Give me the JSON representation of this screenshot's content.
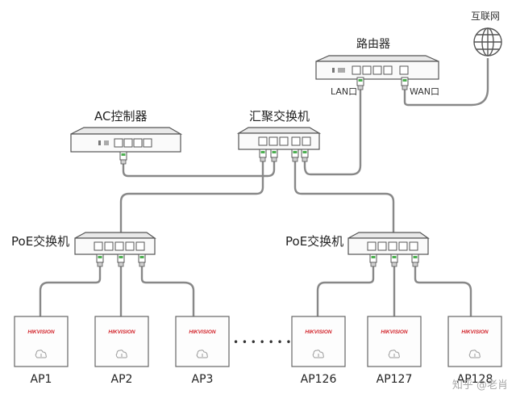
{
  "labels": {
    "internet": "互联网",
    "router": "路由器",
    "lan_port": "LAN口",
    "wan_port": "WAN口",
    "ac_controller": "AC控制器",
    "aggregation_switch": "汇聚交换机",
    "poe_switch_left": "PoE交换机",
    "poe_switch_right": "PoE交换机"
  },
  "access_points": [
    {
      "name": "AP1",
      "brand": "HIKVISION"
    },
    {
      "name": "AP2",
      "brand": "HIKVISION"
    },
    {
      "name": "AP3",
      "brand": "HIKVISION"
    },
    {
      "name": "AP126",
      "brand": "HIKVISION"
    },
    {
      "name": "AP127",
      "brand": "HIKVISION"
    },
    {
      "name": "AP128",
      "brand": "HIKVISION"
    }
  ],
  "ellipsis": "• • • • • • •",
  "watermark": "知乎 @老肖"
}
